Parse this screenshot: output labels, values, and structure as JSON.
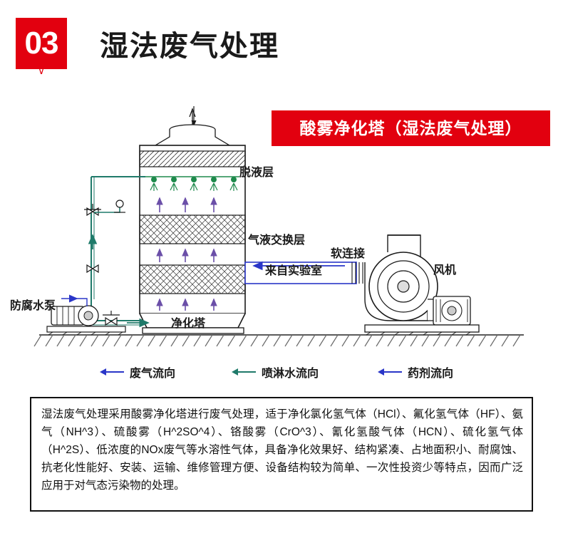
{
  "header": {
    "badge_number": "03",
    "badge_caret": "∨",
    "title": "湿法废气处理"
  },
  "diagram": {
    "banner": "酸雾净化塔（湿法废气处理）",
    "labels": {
      "demister": "脱液层",
      "exchange_layer": "气液交换层",
      "soft_connection": "软连接",
      "fan": "风机",
      "from_lab": "来自实验室",
      "pump": "防腐水泵",
      "tower": "净化塔"
    },
    "legend": [
      {
        "label": "废气流向",
        "color": "#2a36c8"
      },
      {
        "label": "喷淋水流向",
        "color": "#1f7a6a"
      },
      {
        "label": "药剂流向",
        "color": "#2a36c8"
      }
    ],
    "colors": {
      "outline": "#1a1a1a",
      "accent_red": "#e2000f",
      "arrow_purple": "#6b4fa8",
      "arrow_green": "#1f8a4c",
      "duct_blue": "#2a36c8",
      "ground": "#5b5b5b"
    }
  },
  "description": {
    "text": "湿法废气处理采用酸雾净化塔进行废气处理，适于净化氯化氢气体（HCl）、氟化氢气体（HF）、氨气（NH^3）、硫酸雾（H^2SO^4）、铬酸雾（CrO^3）、氰化氢酸气体（HCN）、硫化氢气体（H^2S）、低浓度的NOx废气等水溶性气体，具备净化效果好、结构紧凑、占地面积小、耐腐蚀、抗老化性能好、安装、运输、维修管理方便、设备结构较为简单、一次性投资少等特点，因而广泛应用于对气态污染物的处理。"
  }
}
